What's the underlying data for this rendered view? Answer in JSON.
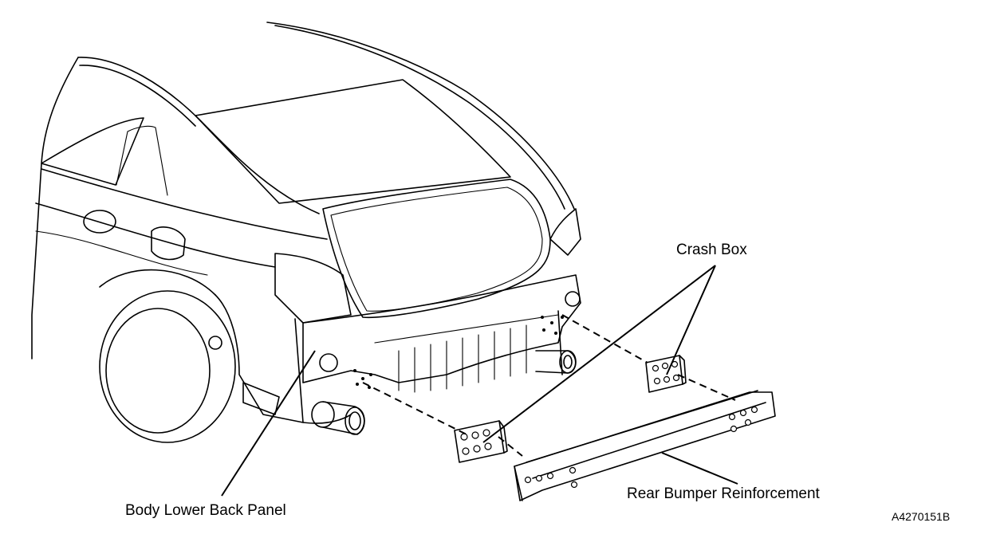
{
  "labels": {
    "crash_box": "Crash Box",
    "body_lower_back_panel": "Body Lower Back Panel",
    "rear_bumper_reinforcement": "Rear Bumper Reinforcement"
  },
  "figure_code": "A4270151B"
}
